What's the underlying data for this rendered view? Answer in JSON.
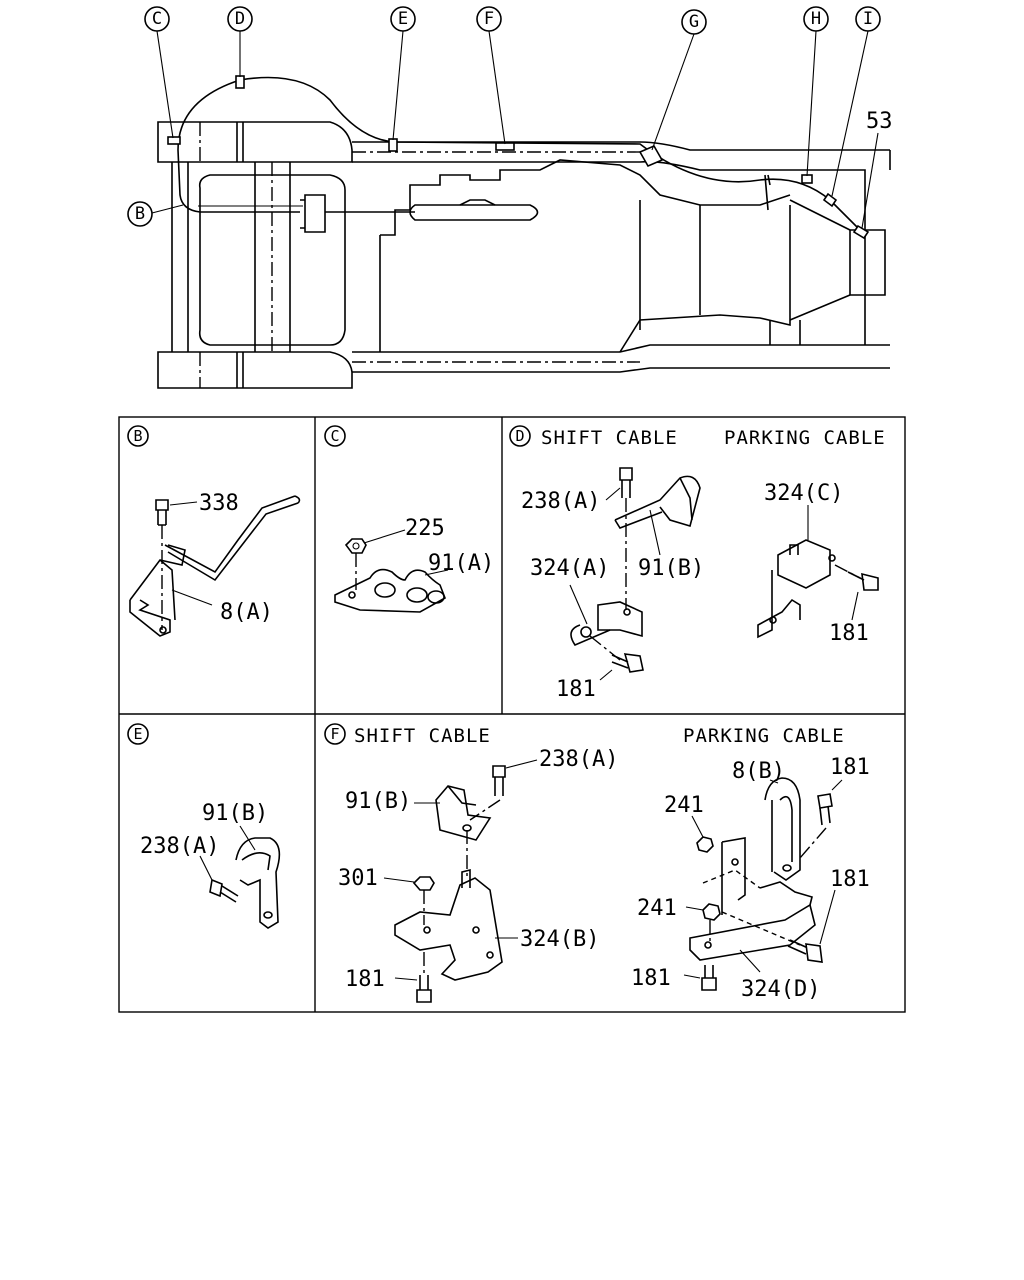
{
  "overview": {
    "callouts": [
      "C",
      "D",
      "E",
      "F",
      "G",
      "H",
      "I",
      "B"
    ],
    "part_53": "53"
  },
  "panels": {
    "B": {
      "letter": "B",
      "parts": [
        "338",
        "8(A)"
      ]
    },
    "C": {
      "letter": "C",
      "parts": [
        "225",
        "91(A)"
      ]
    },
    "D": {
      "letter": "D",
      "title_left": "SHIFT CABLE",
      "title_right": "PARKING CABLE",
      "parts": [
        "238(A)",
        "91(B)",
        "324(A)",
        "181",
        "324(C)",
        "181"
      ]
    },
    "E": {
      "letter": "E",
      "parts": [
        "91(B)",
        "238(A)"
      ]
    },
    "F": {
      "letter": "F",
      "title_left": "SHIFT CABLE",
      "title_right": "PARKING CABLE",
      "parts": [
        "238(A)",
        "91(B)",
        "301",
        "324(B)",
        "181",
        "8(B)",
        "181",
        "241",
        "241",
        "181",
        "181",
        "324(D)"
      ]
    }
  }
}
